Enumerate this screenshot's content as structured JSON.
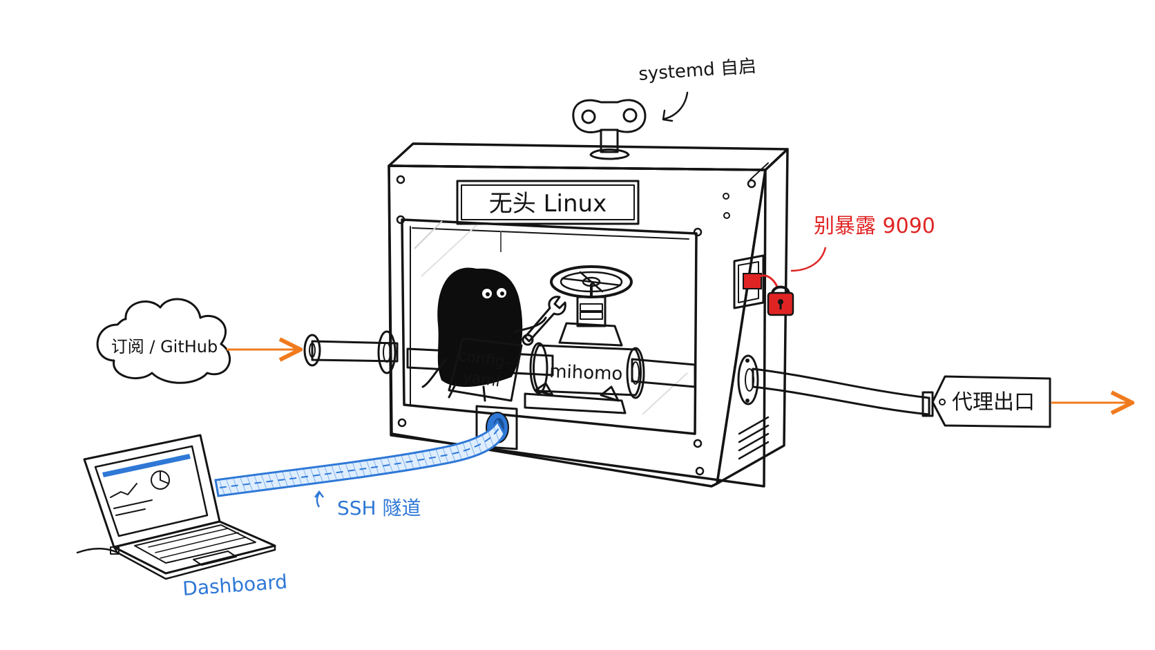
{
  "labels": {
    "systemd": "systemd 自启",
    "box_title": "无头 Linux",
    "no_expose": "别暴露 9090",
    "subscription": "订阅 / GitHub",
    "config_line1": "config-",
    "config_line2": "yaml",
    "mihomo": "mihomo",
    "proxy_exit": "代理出口",
    "ssh_tunnel": "SSH 隧道",
    "dashboard": "Dashboard"
  },
  "colors": {
    "ink": "#141414",
    "pipe_orange": "#f07b1e",
    "tunnel_blue": "#2f78d6",
    "warning_red": "#e02424",
    "machine_fill": "#fafafa",
    "inner_fill": "#ffffff"
  },
  "icons": {
    "wind_key": "wind-up-key-icon",
    "lock": "padlock-icon",
    "cloud": "cloud-icon",
    "laptop": "laptop-icon",
    "valve": "valve-wheel-icon",
    "wrench": "wrench-icon"
  }
}
